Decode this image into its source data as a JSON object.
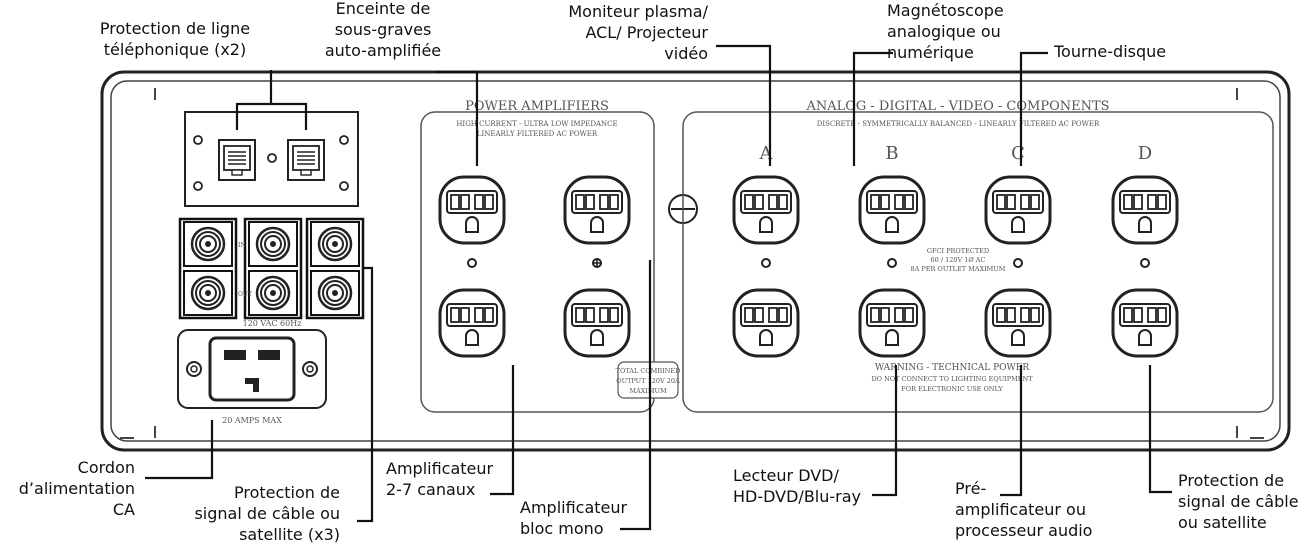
{
  "panel": {
    "power_amp_title": "POWER AMPLIFIERS",
    "power_amp_sub1": "HIGH CURRENT - ULTRA LOW IMPEDANCE",
    "power_amp_sub2": "LINEARLY FILTERED AC POWER",
    "components_title": "ANALOG - DIGITAL - VIDEO - COMPONENTS",
    "components_sub": "DISCRETE - SYMMETRICALLY BALANCED - LINEARLY FILTERED AC POWER",
    "col_a": "A",
    "col_b": "B",
    "col_c": "C",
    "col_d": "D",
    "gfci1": "GFCI PROTECTED",
    "gfci2": "60 / 120V 1Ø AC",
    "gfci3": "8A PER OUTLET MAXIMUM",
    "warning1": "WARNING - TECHNICAL POWER",
    "warning2": "DO NOT CONNECT TO LIGHTING EQUIPMENT",
    "warning3": "FOR ELECTRONIC USE ONLY",
    "total1": "TOTAL COMBINED",
    "total2": "OUTPUT 120V 20A",
    "total3": "MAXIMUM",
    "vac": "120 VAC 60Hz",
    "amps_max": "20 AMPS MAX",
    "in_label": "IN",
    "out_label": "OUT"
  },
  "labels": {
    "phone_1": "Protection de ligne",
    "phone_2": "téléphonique (x2)",
    "sub_1": "Enceinte de",
    "sub_2": "sous-graves",
    "sub_3": "auto-amplifiée",
    "plasma_1": "Moniteur plasma/",
    "plasma_2": "ACL/ Projecteur",
    "plasma_3": "vidéo",
    "vcr_1": "Magnétoscope",
    "vcr_2": "analogique ou",
    "vcr_3": "numérique",
    "turntable": "Tourne-disque",
    "cord_1": "Cordon",
    "cord_2": "d’alimentation",
    "cord_3": "CA",
    "cable3_1": "Protection de",
    "cable3_2": "signal de câble ou",
    "cable3_3": "satellite (x3)",
    "amp27_1": "Amplificateur",
    "amp27_2": "2-7 canaux",
    "mono_1": "Amplificateur",
    "mono_2": "bloc mono",
    "dvd_1": "Lecteur DVD/",
    "dvd_2": "HD-DVD/Blu-ray",
    "preamp_1": "Pré-",
    "preamp_2": "amplificateur ou",
    "preamp_3": "processeur audio",
    "cablesat_1": "Protection de",
    "cablesat_2": "signal de câble",
    "cablesat_3": "ou satellite"
  }
}
